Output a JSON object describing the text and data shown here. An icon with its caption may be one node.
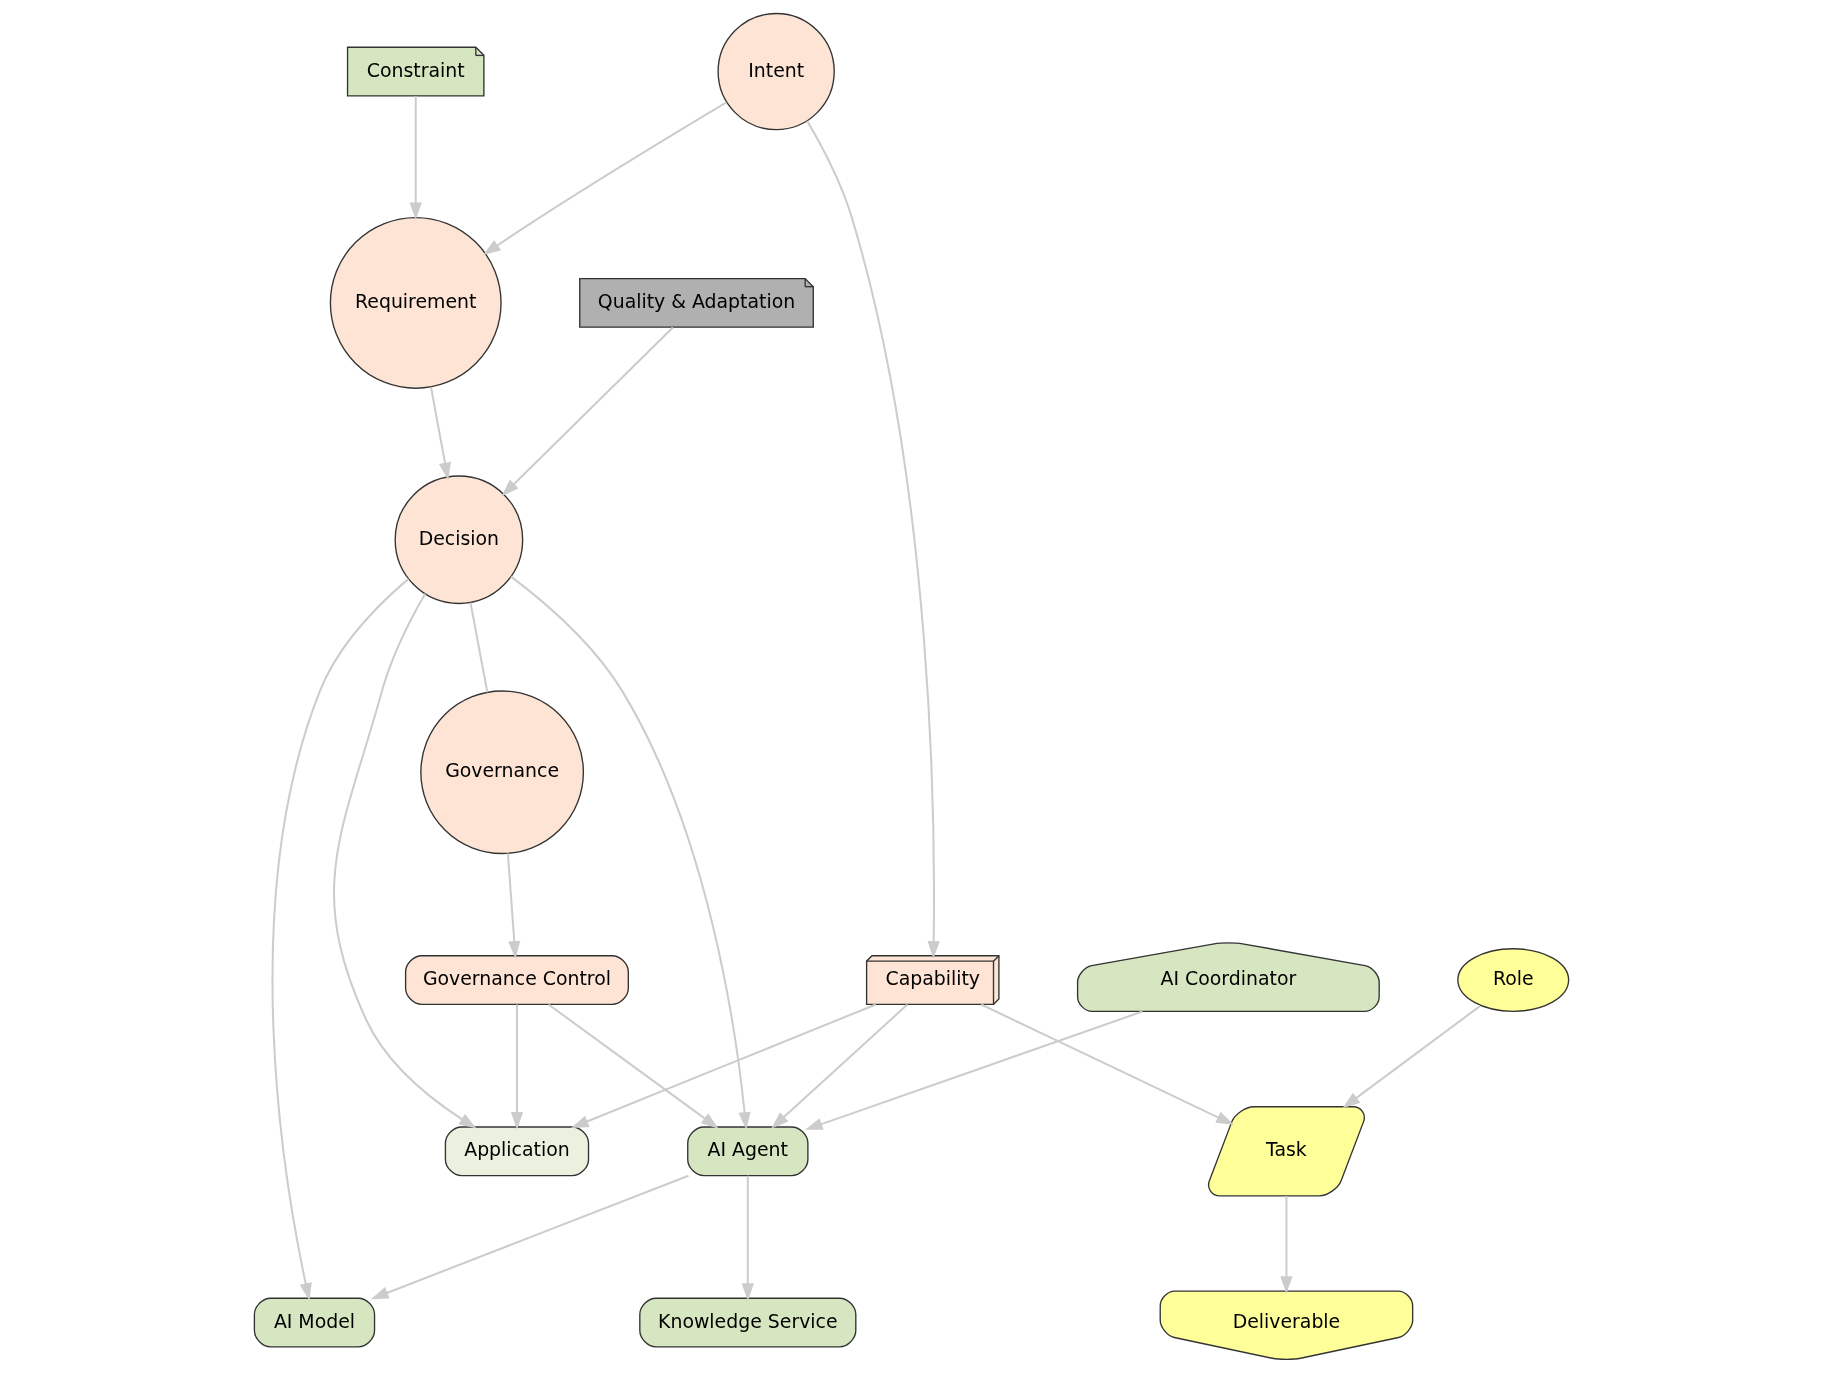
{
  "diagram": {
    "nodes": [
      {
        "text": [
          "AI Coordinator"
        ]
      },
      {
        "text": [
          "Requirement"
        ]
      },
      {
        "text": [
          "Constraint"
        ]
      },
      {
        "text": [
          "Role"
        ]
      },
      {
        "text": [
          "Quality & Adaptation"
        ]
      },
      {
        "text": [
          "Intent"
        ]
      },
      {
        "text": [
          "Decision"
        ]
      },
      {
        "text": [
          "Task"
        ]
      },
      {
        "text": [
          "AI Model"
        ]
      },
      {
        "text": [
          "Application"
        ]
      },
      {
        "text": [
          "Deliverable"
        ]
      },
      {
        "text": [
          "Governance Control"
        ]
      },
      {
        "text": [
          "AI Agent"
        ]
      },
      {
        "text": [
          "Governance"
        ]
      },
      {
        "text": [
          "Knowledge Service"
        ]
      },
      {
        "text": [
          "Capability"
        ]
      }
    ],
    "edges": [
      {
        "from": 2,
        "to": 1,
        "arrow": "to"
      },
      {
        "from": 5,
        "to": 1,
        "arrow": "to"
      },
      {
        "from": 1,
        "to": 6,
        "arrow": "to"
      },
      {
        "from": 4,
        "to": 6,
        "arrow": "to"
      },
      {
        "from": 6,
        "to": 8,
        "arrow": "to"
      },
      {
        "from": 6,
        "to": 9,
        "arrow": "to"
      },
      {
        "from": 6,
        "to": 12,
        "arrow": "to"
      },
      {
        "from": 6,
        "to": 13,
        "arrow": "none"
      },
      {
        "from": 3,
        "to": 7,
        "arrow": "to"
      },
      {
        "from": 7,
        "to": 10,
        "arrow": "to"
      },
      {
        "from": 0,
        "to": 12,
        "arrow": "to"
      },
      {
        "from": 12,
        "to": 8,
        "arrow": "to"
      },
      {
        "from": 11,
        "to": 9,
        "arrow": "to"
      },
      {
        "from": 11,
        "to": 12,
        "arrow": "to"
      },
      {
        "from": 13,
        "to": 11,
        "arrow": "to"
      },
      {
        "from": 12,
        "to": 14,
        "arrow": "to"
      },
      {
        "from": 15,
        "to": 12,
        "arrow": "to"
      },
      {
        "from": 15,
        "to": 9,
        "arrow": "to"
      },
      {
        "from": 5,
        "to": 15,
        "arrow": "to"
      },
      {
        "from": 15,
        "to": 7,
        "arrow": "to"
      }
    ]
  }
}
